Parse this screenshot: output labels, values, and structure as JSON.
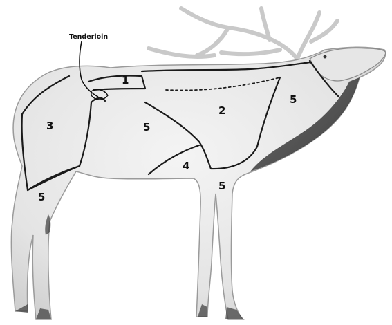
{
  "diagram": {
    "callout_label": "Tenderloin",
    "regions": [
      {
        "id": "r1",
        "label": "1"
      },
      {
        "id": "r2",
        "label": "2"
      },
      {
        "id": "r3",
        "label": "3"
      },
      {
        "id": "r4",
        "label": "4"
      },
      {
        "id": "r5a",
        "label": "5"
      },
      {
        "id": "r5b",
        "label": "5"
      },
      {
        "id": "r5c",
        "label": "5"
      },
      {
        "id": "r5d",
        "label": "5"
      }
    ]
  }
}
